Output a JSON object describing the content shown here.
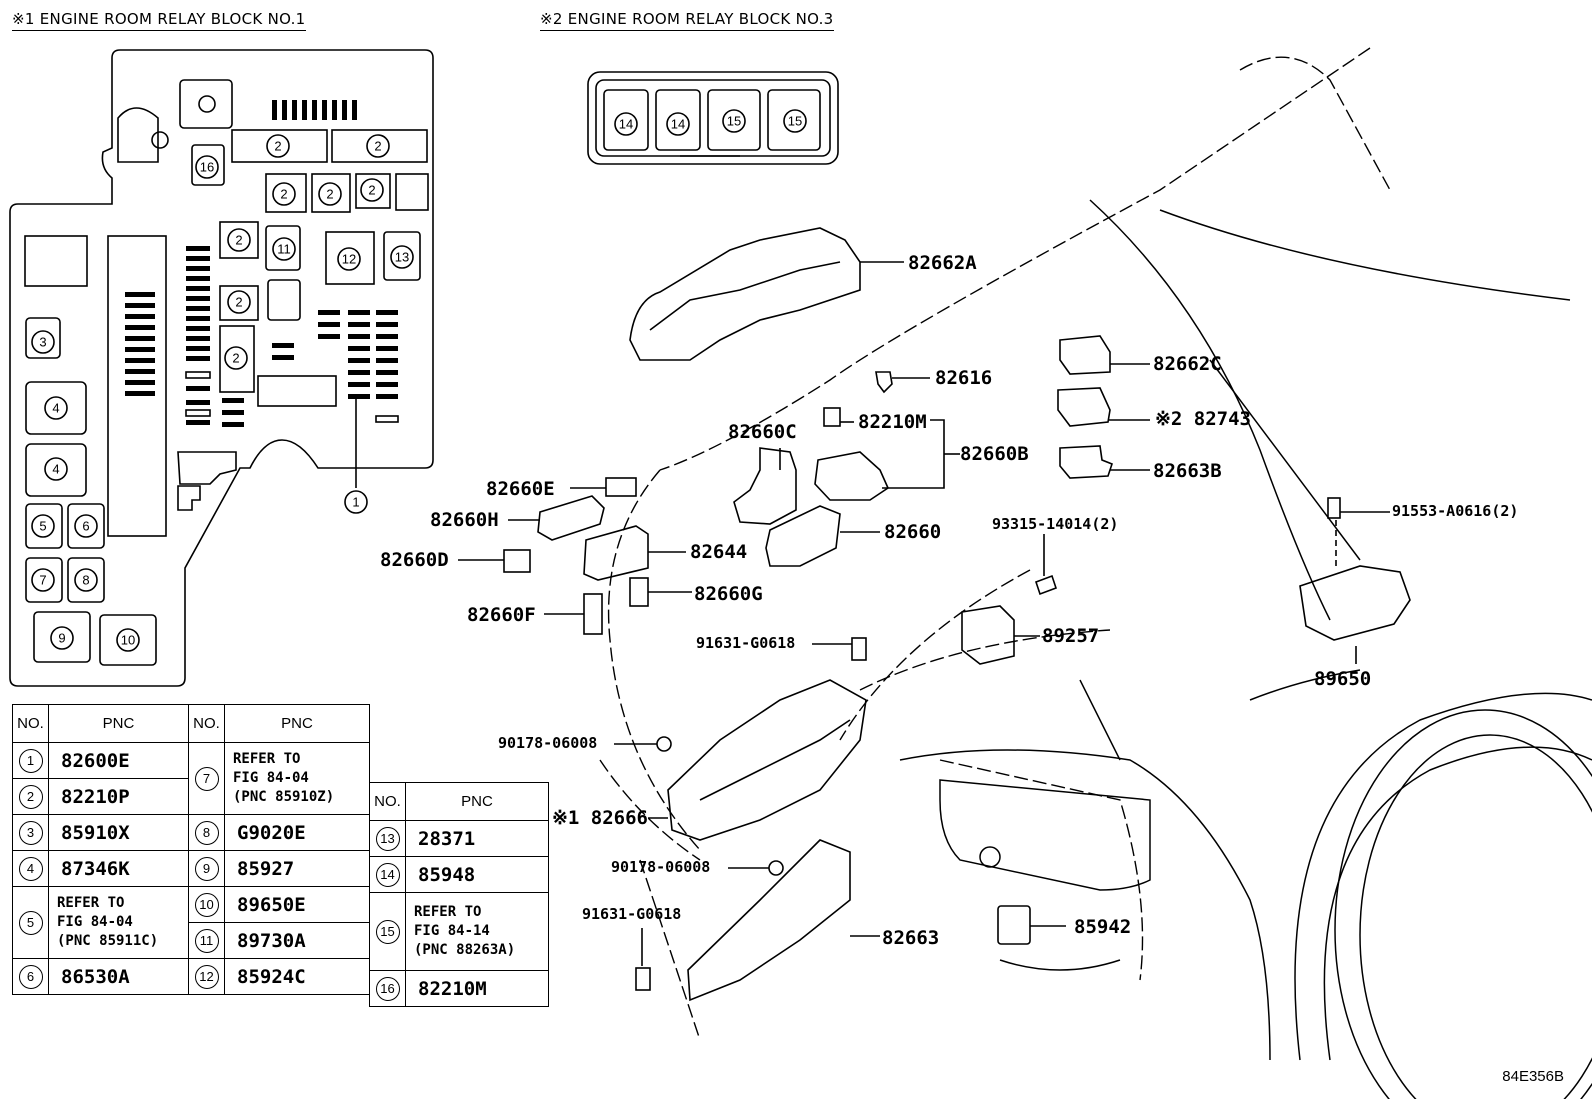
{
  "headers": {
    "block1": "※1 ENGINE ROOM RELAY BLOCK  NO.1",
    "block3": "※2 ENGINE ROOM RELAY BLOCK  NO.3"
  },
  "relay_block_no1_refs": [
    "1",
    "2",
    "2",
    "2",
    "2",
    "2",
    "2",
    "2",
    "2",
    "3",
    "4",
    "4",
    "5",
    "6",
    "7",
    "8",
    "9",
    "10",
    "11",
    "12",
    "13",
    "16"
  ],
  "relay_block_no3_refs": [
    "14",
    "14",
    "15",
    "15"
  ],
  "part_labels": {
    "p82662A": "82662A",
    "p82616": "82616",
    "p82662C": "82662C",
    "p82743": "※2 82743",
    "p82210M": "82210M",
    "p82660C": "82660C",
    "p82660B": "82660B",
    "p82663B": "82663B",
    "p82660E": "82660E",
    "p82660H": "82660H",
    "p82660": "82660",
    "p82660D": "82660D",
    "p82644": "82644",
    "p82660G": "82660G",
    "p82660F": "82660F",
    "p93315": "93315-14014(2)",
    "p91553": "91553-A0616(2)",
    "p91631a": "91631-G0618",
    "p89257": "89257",
    "p89650": "89650",
    "p90178a": "90178-06008",
    "p82666": "※1 82666",
    "p90178b": "90178-06008",
    "p91631b": "91631-G0618",
    "p82663": "82663",
    "p85942": "85942"
  },
  "table": {
    "header_no": "NO.",
    "header_pnc": "PNC",
    "left": [
      {
        "no": "1",
        "pnc": "82600E"
      },
      {
        "no": "2",
        "pnc": "82210P"
      },
      {
        "no": "3",
        "pnc": "85910X"
      },
      {
        "no": "4",
        "pnc": "87346K"
      },
      {
        "no": "5",
        "ref": [
          "REFER TO",
          "FIG 84-04",
          "(PNC 85911C)"
        ]
      },
      {
        "no": "6",
        "pnc": "86530A"
      }
    ],
    "middle": [
      {
        "no": "7",
        "ref": [
          "REFER TO",
          "FIG 84-04",
          "(PNC 85910Z)"
        ]
      },
      {
        "no": "8",
        "pnc": "G9020E"
      },
      {
        "no": "9",
        "pnc": "85927"
      },
      {
        "no": "10",
        "pnc": "89650E"
      },
      {
        "no": "11",
        "pnc": "89730A"
      },
      {
        "no": "12",
        "pnc": "85924C"
      }
    ],
    "right": [
      {
        "no": "13",
        "pnc": "28371"
      },
      {
        "no": "14",
        "pnc": "85948"
      },
      {
        "no": "15",
        "ref": [
          "REFER TO",
          "FIG 84-14",
          "(PNC 88263A)"
        ]
      },
      {
        "no": "16",
        "pnc": "82210M"
      }
    ]
  },
  "diagram_code": "84E356B"
}
